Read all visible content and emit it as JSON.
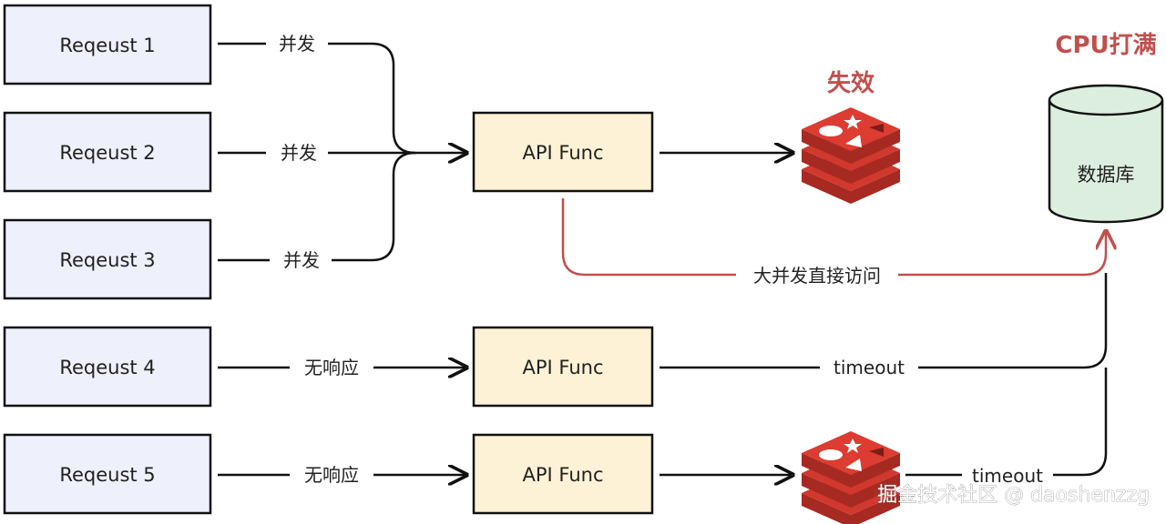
{
  "requests": [
    {
      "label": "Reqeust 1"
    },
    {
      "label": "Reqeust 2"
    },
    {
      "label": "Reqeust 3"
    },
    {
      "label": "Reqeust 4"
    },
    {
      "label": "Reqeust 5"
    }
  ],
  "edges": {
    "r1": "并发",
    "r2": "并发",
    "r3": "并发",
    "r4": "无响应",
    "r5": "无响应",
    "api_to_db": "大并发直接访问",
    "api2_to_db": "timeout",
    "cache2_to_db": "timeout"
  },
  "api": {
    "api1": "API Func",
    "api2": "API Func",
    "api3": "API Func"
  },
  "cache": {
    "failed_label": "失效",
    "icon": "redis-icon"
  },
  "database": {
    "title": "CPU打满",
    "label": "数据库"
  },
  "watermark": "掘金技术社区 @ daoshenzzg",
  "colors": {
    "request_fill": "#eef0fb",
    "api_fill": "#fdf2d5",
    "db_fill": "#dcefdf",
    "redis": "#c9302c",
    "accent": "#c0504d"
  }
}
